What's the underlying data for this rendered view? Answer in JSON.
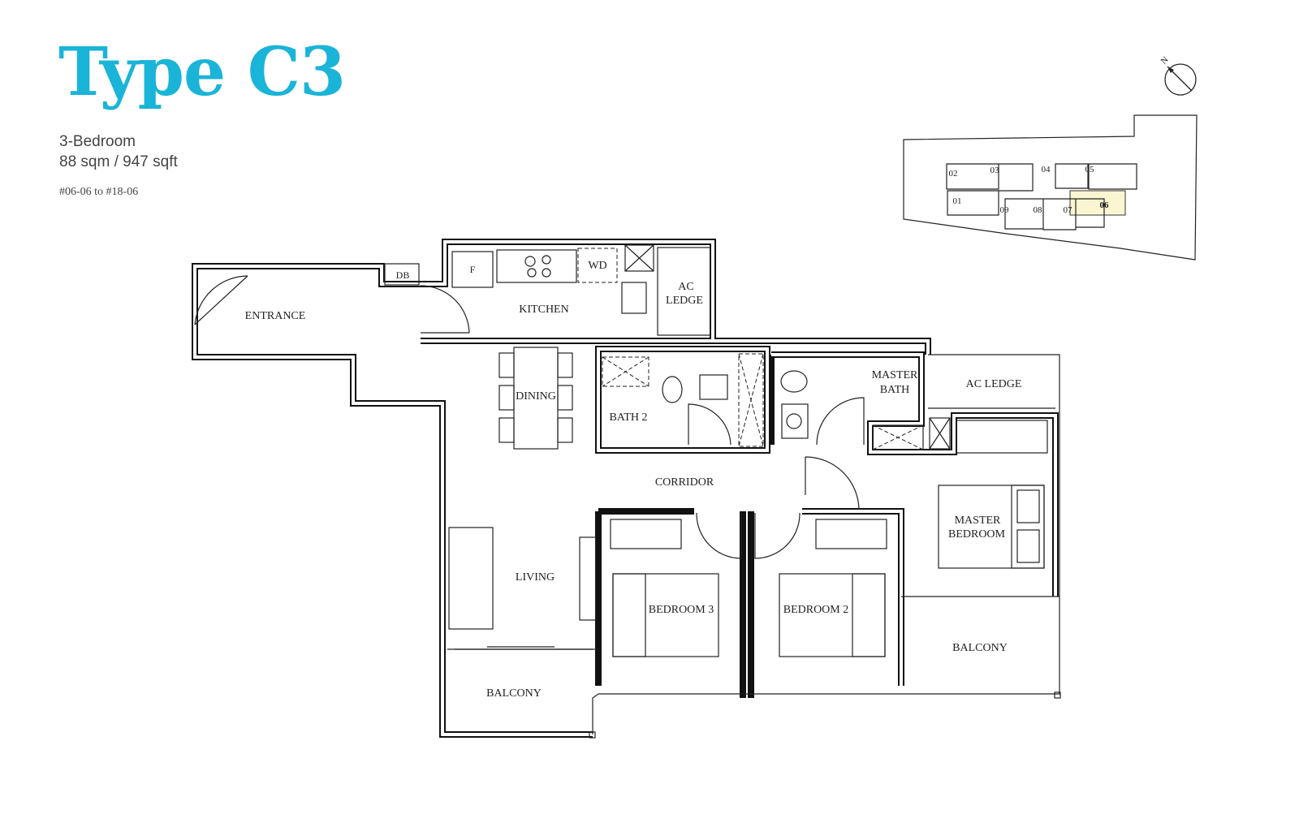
{
  "header": {
    "title": "Type C3",
    "bedrooms": "3-Bedroom",
    "area": "88 sqm / 947 sqft",
    "units": "#06-06 to #18-06"
  },
  "colors": {
    "accent": "#1ab4d8",
    "highlight": "#fbf6d2"
  },
  "compass": {
    "label": "N"
  },
  "key_plan": {
    "units": [
      "01",
      "02",
      "03",
      "04",
      "05",
      "06",
      "07",
      "08",
      "09"
    ],
    "highlighted": "06"
  },
  "rooms": {
    "entrance": "ENTRANCE",
    "db": "DB",
    "fridge": "F",
    "wd": "WD",
    "kitchen": "KITCHEN",
    "ac_ledge_1": [
      "AC",
      "LEDGE"
    ],
    "dining": "DINING",
    "bath2": "BATH 2",
    "master_bath": [
      "MASTER",
      "BATH"
    ],
    "ac_ledge_2": "AC LEDGE",
    "corridor": "CORRIDOR",
    "master_bedroom": [
      "MASTER",
      "BEDROOM"
    ],
    "living": "LIVING",
    "bedroom3": "BEDROOM 3",
    "bedroom2": "BEDROOM 2",
    "balcony_right": "BALCONY",
    "balcony_left": "BALCONY"
  }
}
